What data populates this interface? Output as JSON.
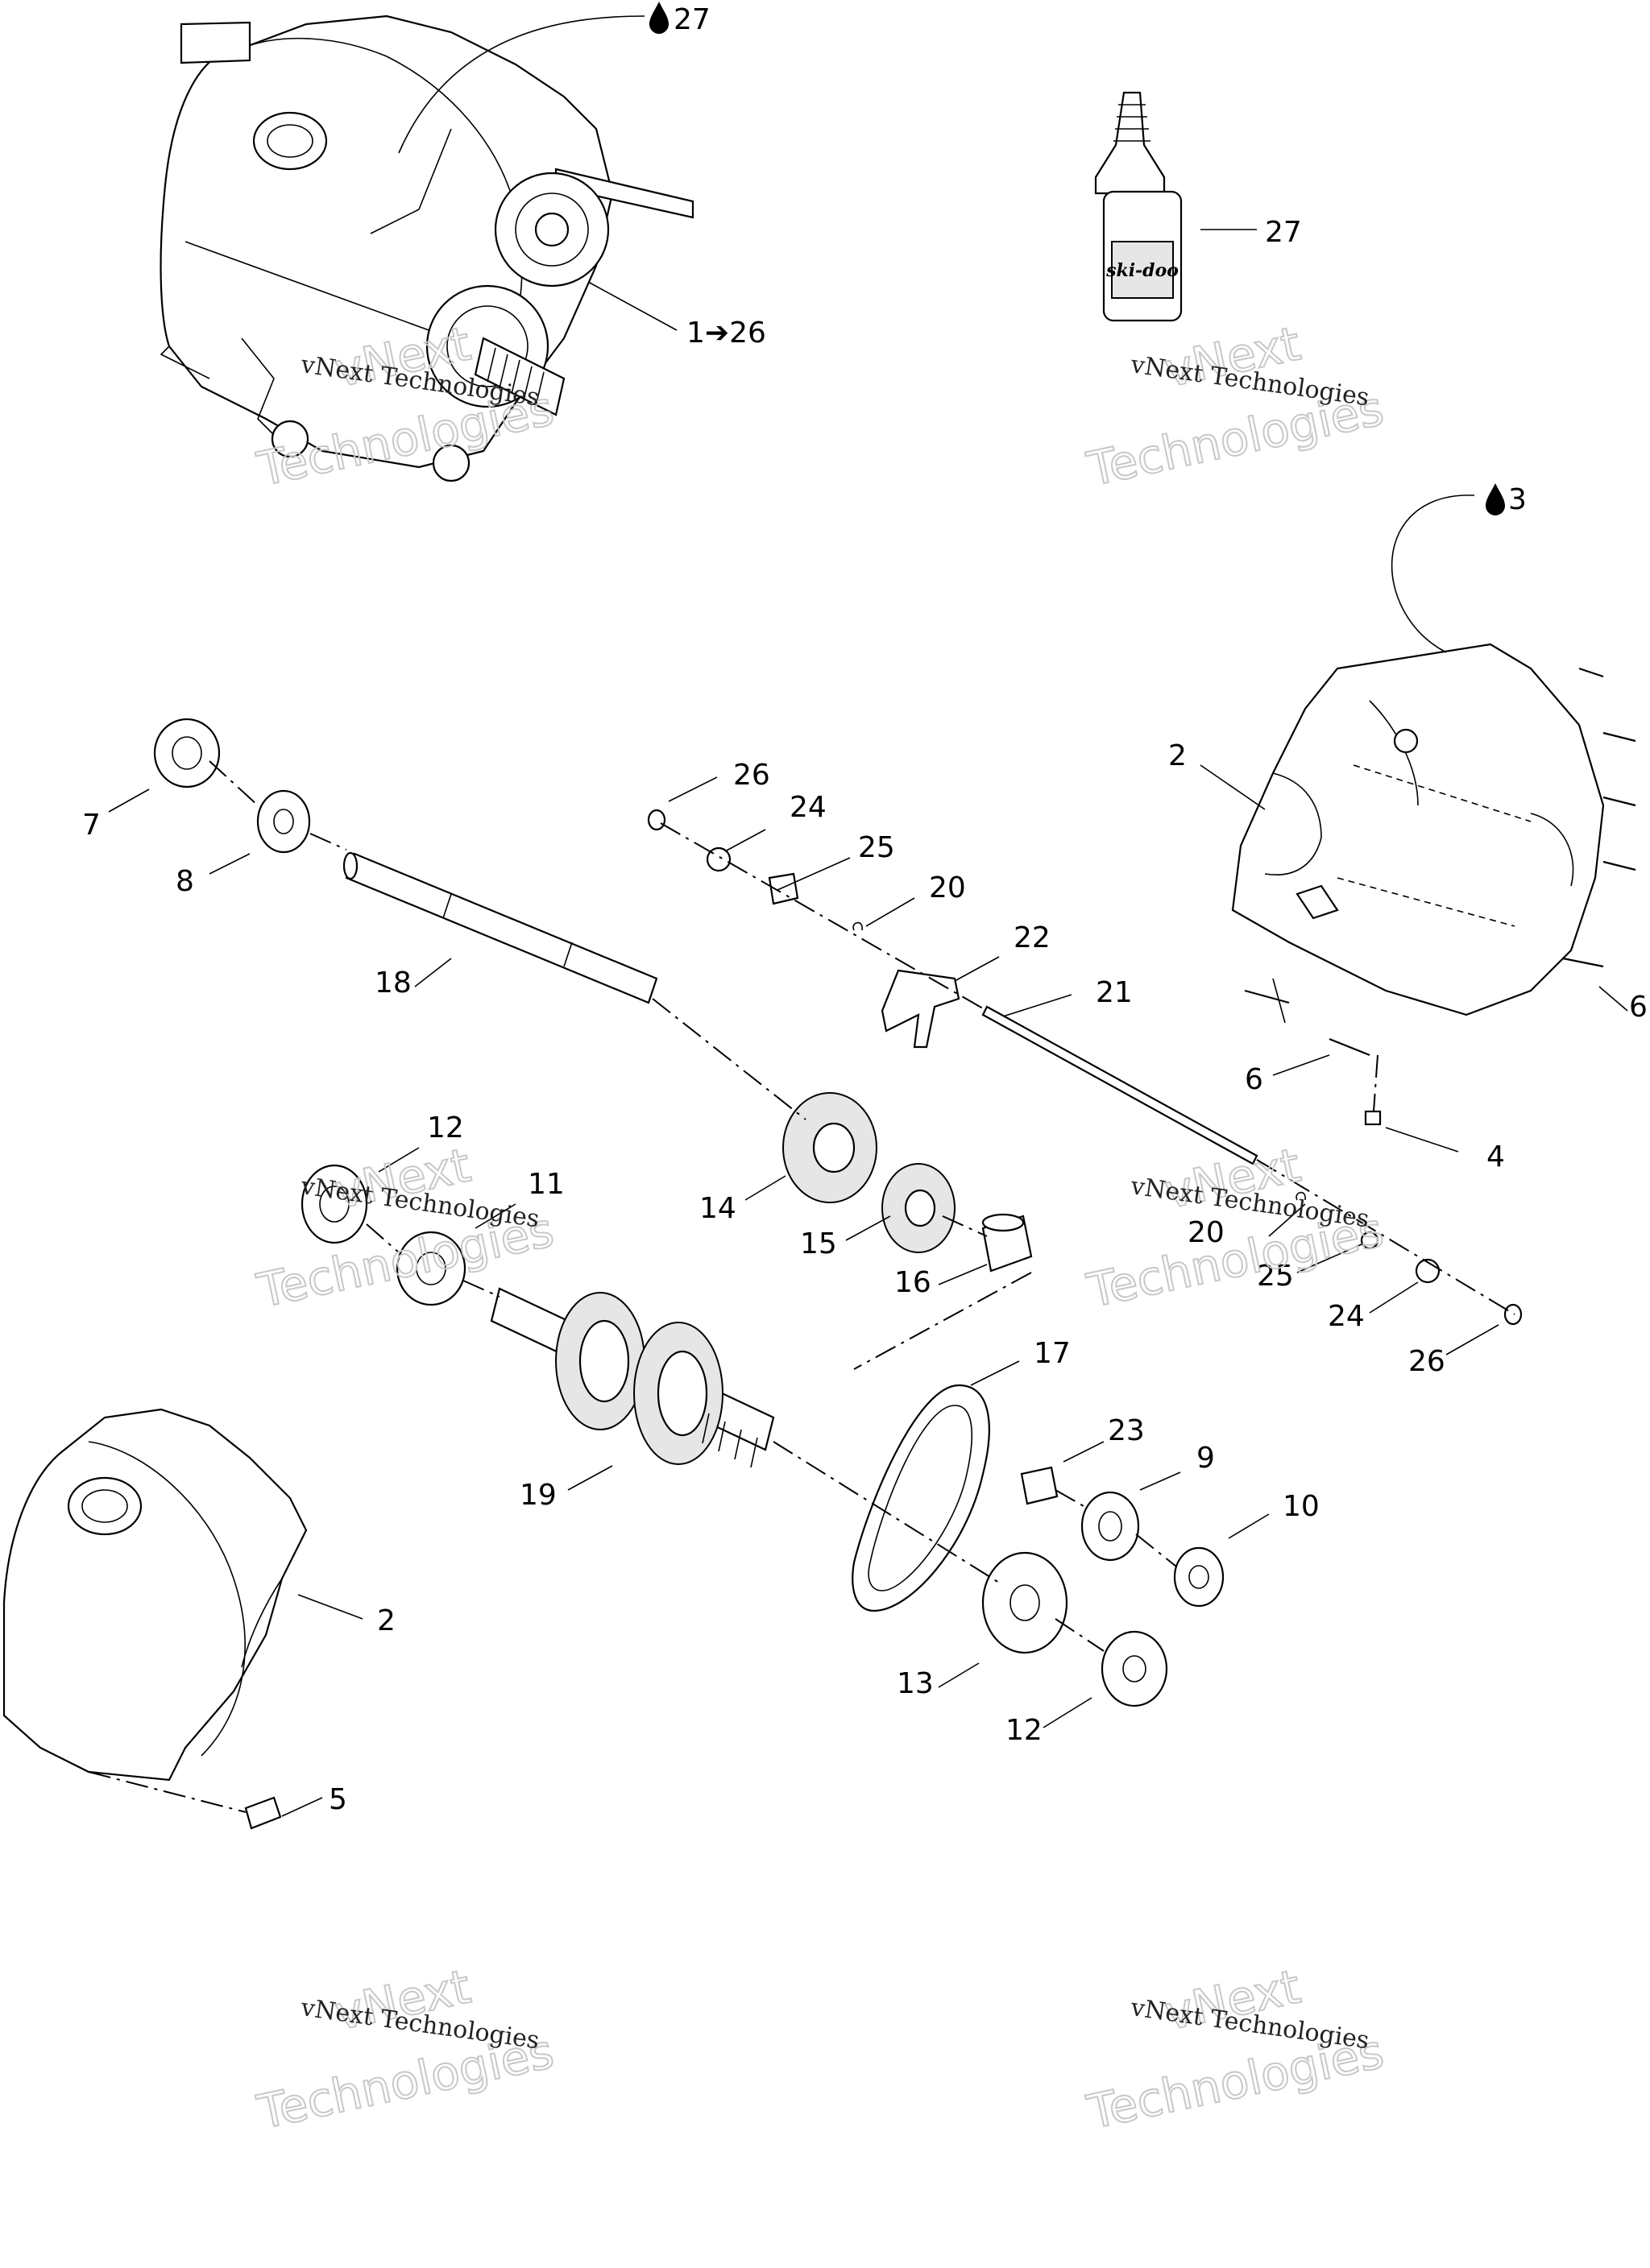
{
  "labels": {
    "l27_top": "27",
    "l1_26": "1➔26",
    "l27_bottle": "27",
    "l3": "3",
    "l2_right": "2",
    "l6_right": "6",
    "l6_bottom": "6",
    "l4": "4",
    "l7": "7",
    "l8": "8",
    "l18": "18",
    "l26_top": "26",
    "l24_top": "24",
    "l25_top": "25",
    "l20_top": "20",
    "l22": "22",
    "l21": "21",
    "l12_top": "12",
    "l11": "11",
    "l14": "14",
    "l15": "15",
    "l16": "16",
    "l20_bottom": "20",
    "l25_bottom": "25",
    "l24_bottom": "24",
    "l26_bottom": "26",
    "l17": "17",
    "l23": "23",
    "l9": "9",
    "l10": "10",
    "l19": "19",
    "l13": "13",
    "l12_bottom": "12",
    "l2_left": "2",
    "l5": "5"
  },
  "bottle_brand": "ski-doo",
  "watermark": {
    "line1": "vNext Technologies",
    "line2_a": "vNext",
    "line2_b": "Technologies"
  },
  "icons": {
    "oil_drop": "oil-drop-icon",
    "arrow": "right-arrow-icon"
  }
}
